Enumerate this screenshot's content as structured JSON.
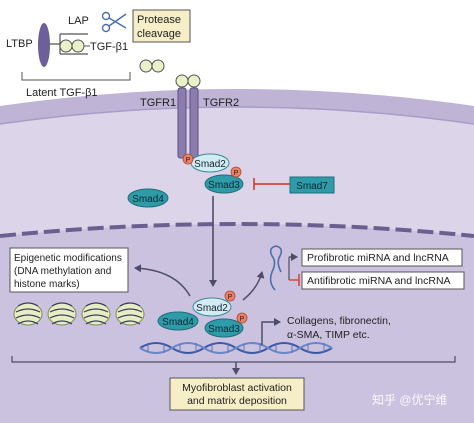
{
  "latent_complex": {
    "ltbp_label": "LTBP",
    "lap_label": "LAP",
    "tgfb1_label": "TGF-β1",
    "latent_label": "Latent TGF-β1",
    "protease_label_line1": "Protease",
    "protease_label_line2": "cleavage"
  },
  "receptors": {
    "tgfr1_label": "TGFR1",
    "tgfr2_label": "TGFR2"
  },
  "cytoplasm": {
    "smad2_label": "Smad2",
    "smad3_label": "Smad3",
    "smad4_label": "Smad4",
    "smad7_label": "Smad7",
    "phospho_label": "P"
  },
  "nucleus": {
    "epigenetic_line1": "Epigenetic modifications",
    "epigenetic_line2": "(DNA methylation and",
    "epigenetic_line3": "histone marks)",
    "smad2_label": "Smad2",
    "smad3_label": "Smad3",
    "smad4_label": "Smad4",
    "phospho_label": "P",
    "profibrotic_label": "Profibrotic miRNA and lncRNA",
    "antifibrotic_label": "Antifibrotic miRNA and lncRNA",
    "genes_line1": "Collagens, fibronectin,",
    "genes_line2": "α-SMA, TIMP etc.",
    "outcome_line1": "Myofibroblast activation",
    "outcome_line2": "and matrix deposition"
  },
  "watermark": "知乎 @优宁维",
  "colors": {
    "membrane": "#c9bfdc",
    "cytoplasm": "#dcd5ea",
    "nucleus": "#c8bfdd",
    "receptor": "#8b7cad",
    "smad_teal": "#2f9aa8",
    "smad_light": "#d3ecf1",
    "phospho": "#e8826a",
    "tgf_ligand": "#eaf0c8",
    "label_box": "#f6eec6",
    "inhibit_red": "#d9473f",
    "dna_blue": "#4a68b0"
  }
}
